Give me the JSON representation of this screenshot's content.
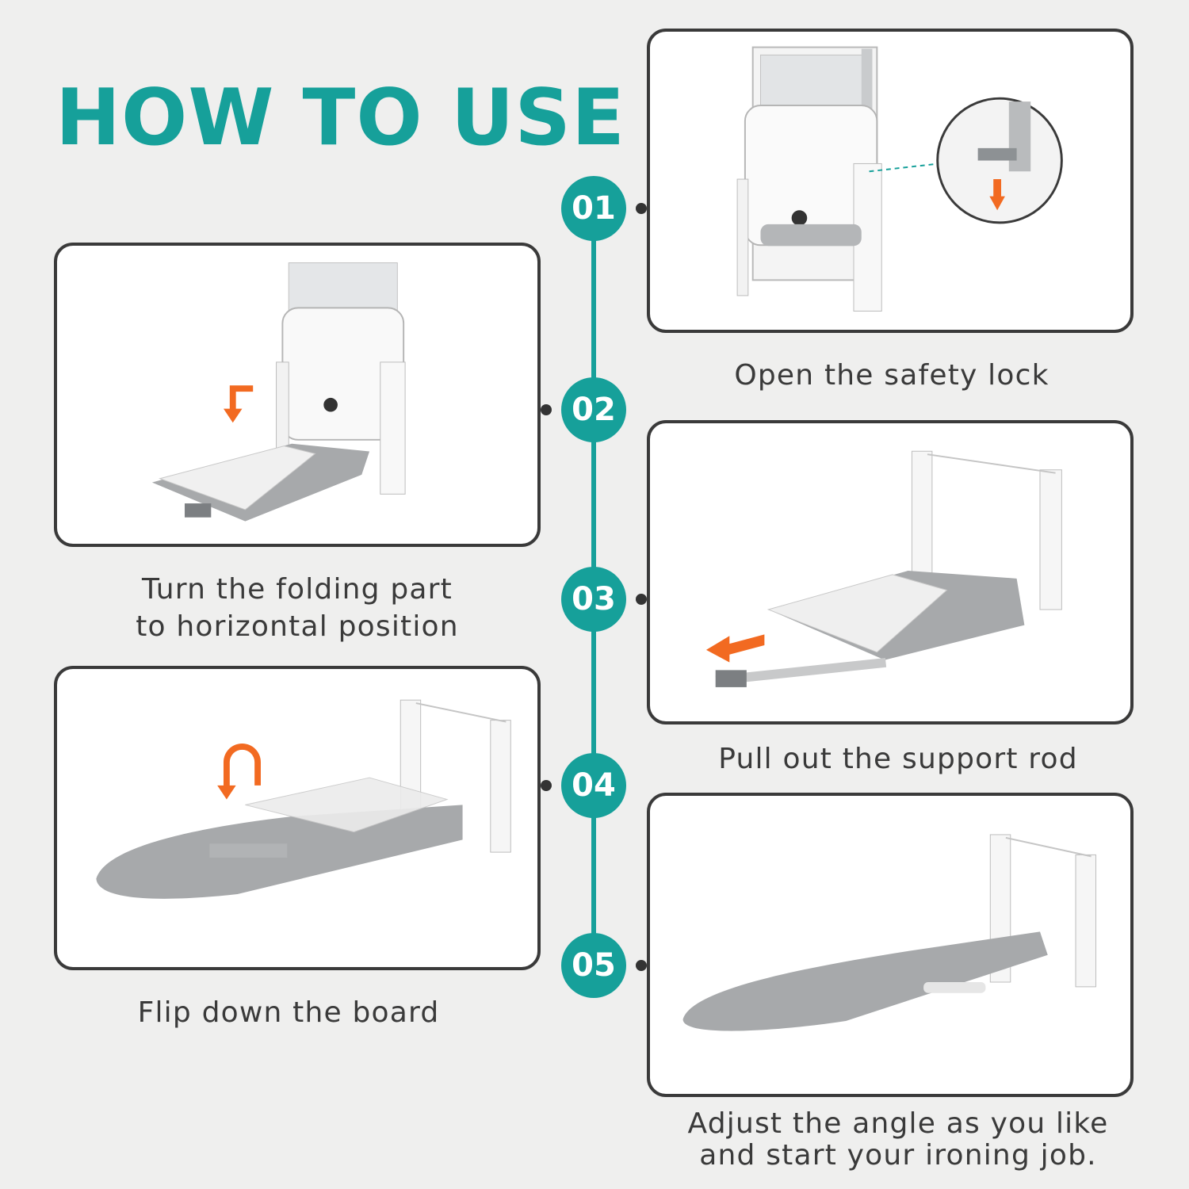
{
  "heading": {
    "title": "HOW TO USE"
  },
  "colors": {
    "accent": "#16a09a",
    "arrow": "#f26a21",
    "frame": "#3a3a3a",
    "board": "#a7a9ab"
  },
  "steps": [
    {
      "number": "01",
      "caption": [
        "Open the safety lock"
      ]
    },
    {
      "number": "02",
      "caption": [
        "Turn the folding part",
        "to horizontal position"
      ]
    },
    {
      "number": "03",
      "caption": [
        "Pull out the support rod"
      ]
    },
    {
      "number": "04",
      "caption": [
        "Flip down the board"
      ]
    },
    {
      "number": "05",
      "caption": [
        "Adjust the angle as you like",
        "and start your ironing job."
      ]
    }
  ]
}
